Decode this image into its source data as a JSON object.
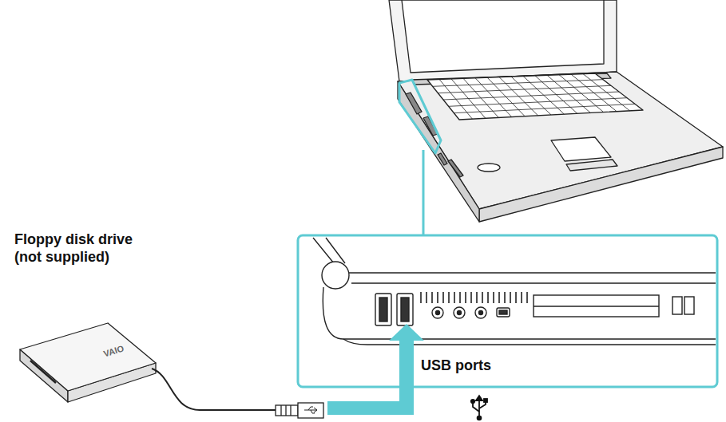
{
  "diagram": {
    "labels": [
      "Floppy disk drive (not supplied)",
      "USB ports",
      "VAIO"
    ]
  }
}
